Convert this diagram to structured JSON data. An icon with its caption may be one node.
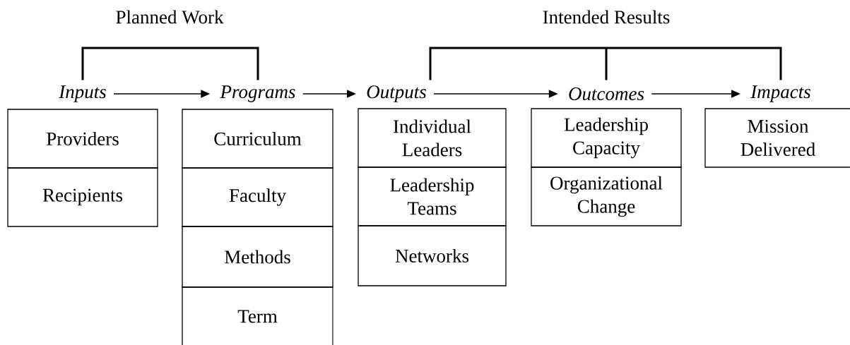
{
  "diagram": {
    "nodes": [
      {
        "text": [
          "Inputs"
        ]
      },
      {
        "text": [
          "Providers"
        ]
      },
      {
        "text": [
          "Recipients"
        ]
      },
      {
        "text": [
          "Programs"
        ]
      },
      {
        "text": [
          "Curriculum"
        ]
      },
      {
        "text": [
          "Faculty"
        ]
      },
      {
        "text": [
          "Methods"
        ]
      },
      {
        "text": [
          "Term"
        ]
      },
      {
        "text": [
          "Outputs"
        ]
      },
      {
        "text": [
          "Individual Leaders"
        ]
      },
      {
        "text": [
          "Leadership Teams"
        ]
      },
      {
        "text": [
          "Networks"
        ]
      },
      {
        "text": [
          "Outcomes"
        ]
      },
      {
        "text": [
          "Leadership Capacity"
        ]
      },
      {
        "text": [
          "Organizational Change"
        ]
      },
      {
        "text": [
          "Impacts"
        ]
      },
      {
        "text": [
          "Mission Delivered"
        ]
      }
    ],
    "edges": [
      {
        "from": 0,
        "to": 3,
        "arrow": "to"
      },
      {
        "from": 3,
        "to": 8,
        "arrow": "to"
      },
      {
        "from": 8,
        "to": 12,
        "arrow": "to"
      },
      {
        "from": 12,
        "to": 15,
        "arrow": "to"
      }
    ],
    "labels": [
      "Planned Work",
      "Intended Results"
    ]
  }
}
